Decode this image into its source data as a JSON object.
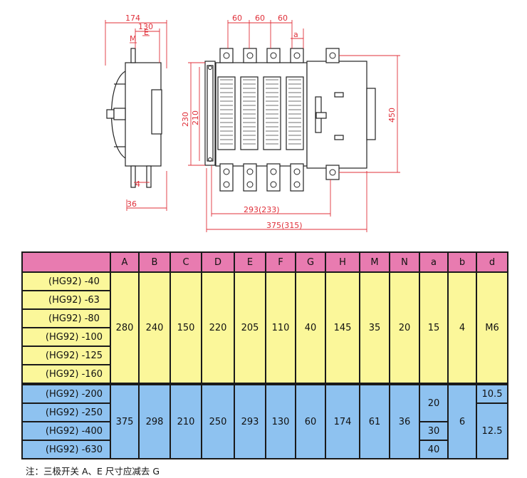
{
  "drawing": {
    "dims_side": [
      "174",
      "130",
      "E",
      "M",
      "36",
      "4"
    ],
    "dims_top": [
      "60",
      "60",
      "60",
      "a"
    ],
    "dims_front_left": [
      "230",
      "210"
    ],
    "dims_front_right": "450",
    "dims_bottom": [
      "293(233)",
      "375(315)"
    ]
  },
  "table": {
    "headers": [
      "",
      "A",
      "B",
      "C",
      "D",
      "E",
      "F",
      "G",
      "H",
      "M",
      "N",
      "a",
      "b",
      "d"
    ],
    "group1": {
      "models": [
        "(HG92) -40",
        "(HG92) -63",
        "(HG92) -80",
        "(HG92) -100",
        "(HG92) -125",
        "(HG92) -160"
      ],
      "values": [
        "280",
        "240",
        "150",
        "220",
        "205",
        "110",
        "40",
        "145",
        "35",
        "20",
        "15",
        "4",
        "M6"
      ]
    },
    "group2": {
      "models": [
        "(HG92) -200",
        "(HG92) -250",
        "(HG92) -400",
        "(HG92) -630"
      ],
      "values": [
        "375",
        "298",
        "210",
        "250",
        "293",
        "130",
        "60",
        "174",
        "61",
        "36"
      ],
      "a_values": [
        "20",
        "30",
        "40"
      ],
      "b_value": "6",
      "d_values": [
        "10.5",
        "12.5"
      ]
    }
  },
  "note": "注：三极开关 A、E 尺寸应减去 G"
}
